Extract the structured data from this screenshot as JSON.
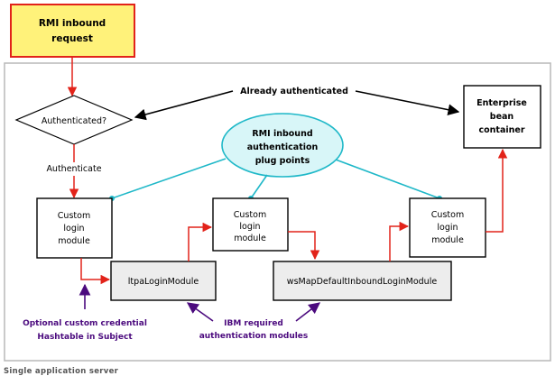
{
  "request": {
    "line1": "RMI inbound",
    "line2": "request"
  },
  "decision": {
    "label": "Authenticated?"
  },
  "already_authenticated": "Already authenticated",
  "authenticate": "Authenticate",
  "ejb": {
    "line1": "Enterprise",
    "line2": "bean",
    "line3": "container"
  },
  "plug_points": {
    "line1": "RMI inbound",
    "line2": "authentication",
    "line3": "plug points"
  },
  "custom_module": {
    "line1": "Custom",
    "line2": "login",
    "line3": "module"
  },
  "ltpa_module": "ltpaLoginModule",
  "ws_module": "wsMapDefaultInboundLoginModule",
  "optional_note": {
    "line1": "Optional custom credential",
    "line2": "Hashtable in Subject"
  },
  "ibm_note": {
    "line1": "IBM required",
    "line2": "authentication modules"
  },
  "caption": "Single application server",
  "colors": {
    "request_fill": "#fff27a",
    "request_border": "#e2231a",
    "arrow_red": "#e2231a",
    "connector_cyan": "#1fb8c8",
    "ellipse_fill": "#d8f6f8",
    "purple": "#4b0a7e",
    "module_fill": "#ededed",
    "frame": "#b8b8b8"
  }
}
